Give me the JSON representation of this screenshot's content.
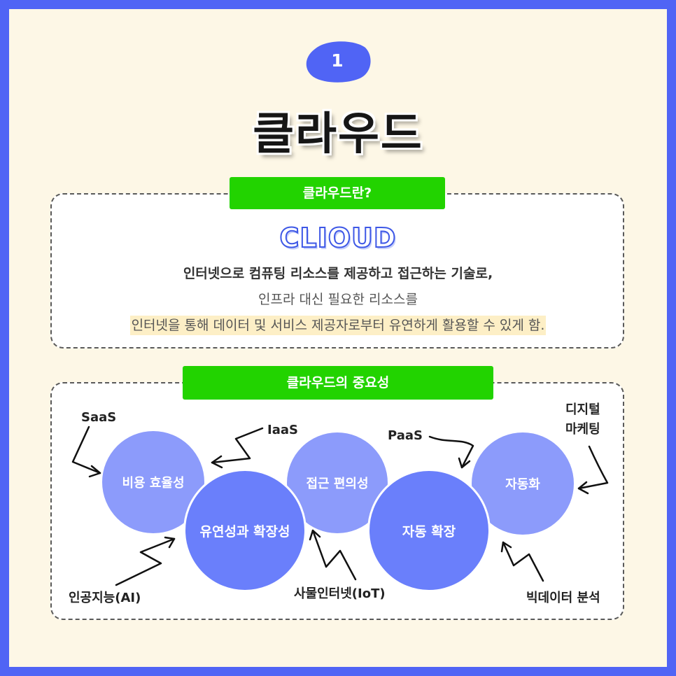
{
  "badge": {
    "number": "1"
  },
  "title": "클라우드",
  "section1": {
    "pill": "클라우드란?",
    "logo": "CLIOUD",
    "line1": "인터넷으로 컴퓨팅 리소스를 제공하고 접근하는 기술로,",
    "line2": "인프라 대신 필요한 리소스를",
    "line3": "인터넷을 통해 데이터 및 서비스 제공자로부터 유연하게 활용할 수 있게 함."
  },
  "section2": {
    "pill": "클라우드의 중요성",
    "circles": {
      "cost": "비용 효율성",
      "flex": "유연성과 확장성",
      "access": "접근 편의성",
      "autoscale": "자동 확장",
      "automation": "자동화"
    },
    "labels": {
      "saas": "SaaS",
      "iaas": "IaaS",
      "paas": "PaaS",
      "marketing": "디지털\n마케팅",
      "ai": "인공지능(AI)",
      "iot": "사물인터넷(IoT)",
      "bigdata": "빅데이터 분석"
    }
  },
  "colors": {
    "frame": "#5064f5",
    "background": "#fdf7e6",
    "pill": "#22d300",
    "circle_light": "#8c9bfb",
    "circle_dark": "#6a7ffb",
    "highlight": "#fdefc6"
  }
}
